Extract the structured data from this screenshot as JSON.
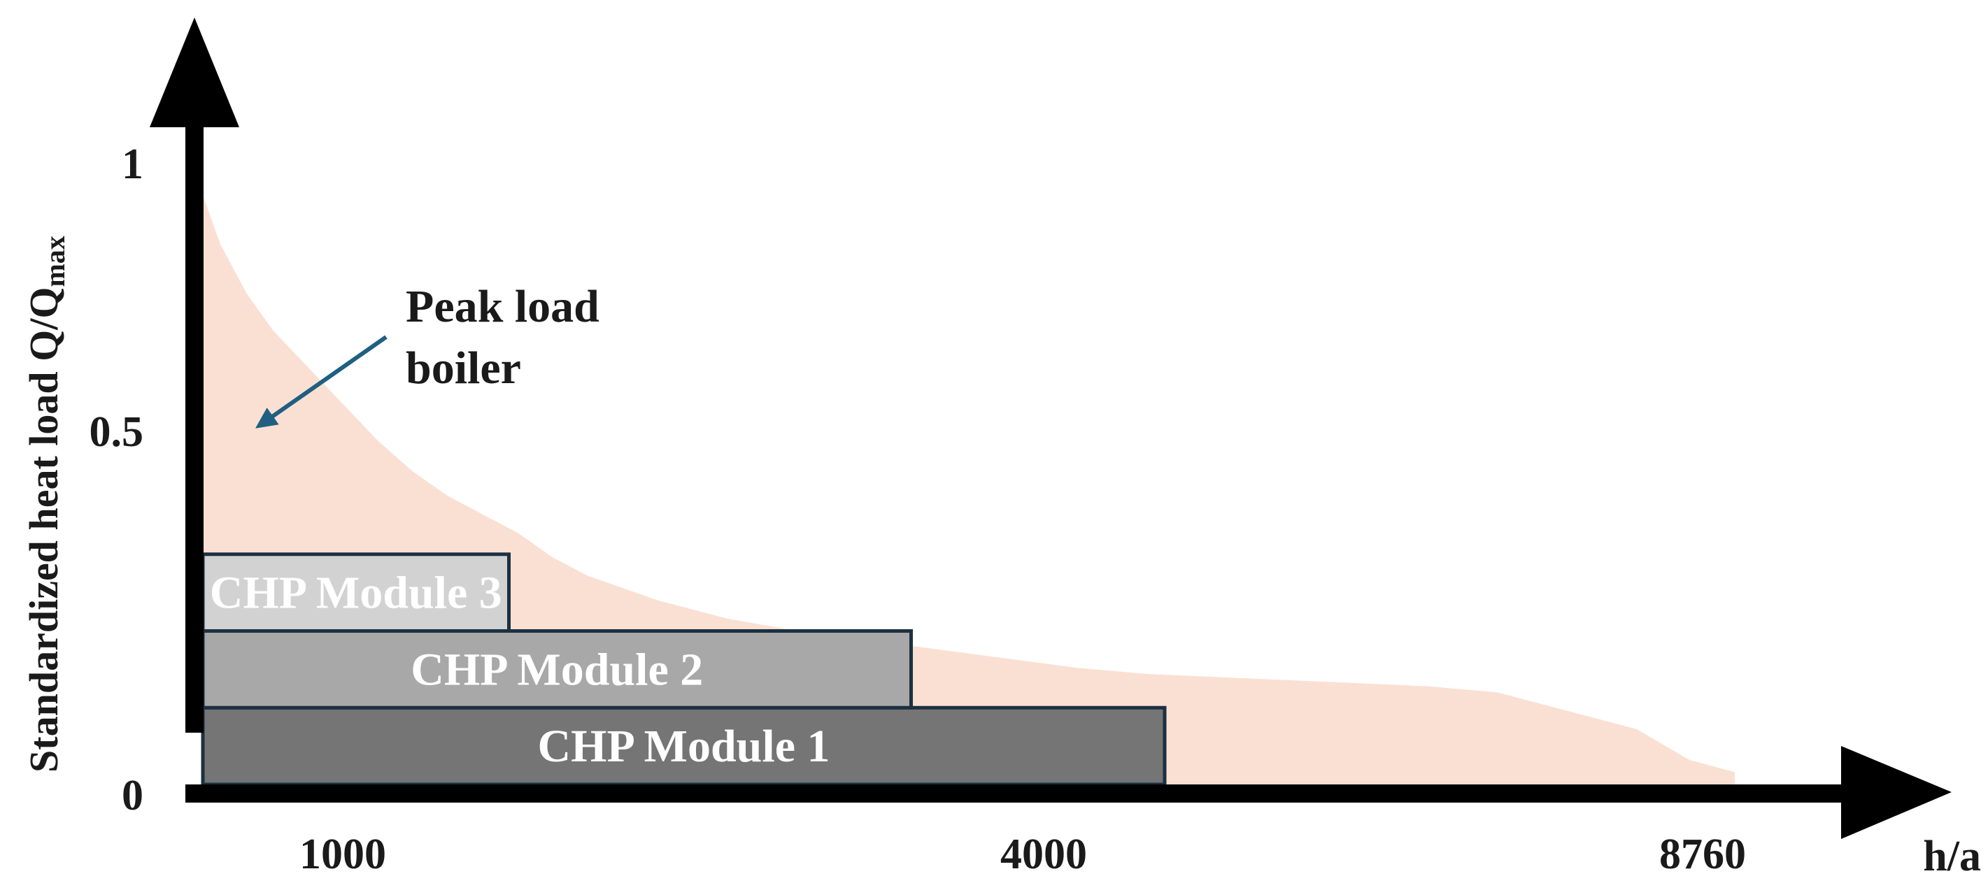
{
  "chart_data": {
    "type": "area",
    "title": "",
    "ylabel": "Standardized heat load Q/Q",
    "ylabel_subscript": "max",
    "xlabel": "h/a",
    "xlim": [
      0,
      8760
    ],
    "ylim": [
      0,
      1
    ],
    "x_ticks": [
      {
        "value": 1000,
        "label": "1000"
      },
      {
        "value": 4000,
        "label": "4000"
      },
      {
        "value": 8760,
        "label": "8760"
      }
    ],
    "y_ticks": [
      {
        "value": 0,
        "label": "0"
      },
      {
        "value": 0.5,
        "label": "0.5"
      },
      {
        "value": 1,
        "label": "1"
      }
    ],
    "load_curve": {
      "name": "Peak load boiler",
      "color": "#fae0d3",
      "x": [
        0,
        100,
        250,
        400,
        600,
        800,
        1000,
        1200,
        1400,
        1600,
        1800,
        2000,
        2200,
        2400,
        2600,
        2800,
        3000,
        3400,
        3800,
        4200,
        4600,
        5000,
        5400,
        5800,
        6200,
        6600,
        7000,
        7400,
        7800,
        8200,
        8500,
        8760
      ],
      "y": [
        0.96,
        0.88,
        0.8,
        0.74,
        0.68,
        0.62,
        0.56,
        0.51,
        0.47,
        0.44,
        0.41,
        0.37,
        0.34,
        0.32,
        0.3,
        0.285,
        0.27,
        0.25,
        0.235,
        0.22,
        0.205,
        0.19,
        0.18,
        0.175,
        0.17,
        0.165,
        0.16,
        0.15,
        0.12,
        0.09,
        0.04,
        0.02
      ]
    },
    "modules": [
      {
        "name": "CHP Module 1",
        "x_end": 5500,
        "y_bottom": 0,
        "y_top": 0.125,
        "color": "#757575"
      },
      {
        "name": "CHP Module 2",
        "x_end": 4050,
        "y_bottom": 0.125,
        "y_top": 0.25,
        "color": "#a8a8a8"
      },
      {
        "name": "CHP Module 3",
        "x_end": 1750,
        "y_bottom": 0.25,
        "y_top": 0.375,
        "color": "#d2d2d2"
      }
    ],
    "module_border_color": "#1c3040",
    "axis_color": "#000000",
    "annotation": {
      "text_lines": [
        "Peak load",
        "boiler"
      ],
      "arrow_color": "#1f5f82",
      "points_to_x": 300,
      "points_to_y": 0.58
    },
    "grid": false
  }
}
